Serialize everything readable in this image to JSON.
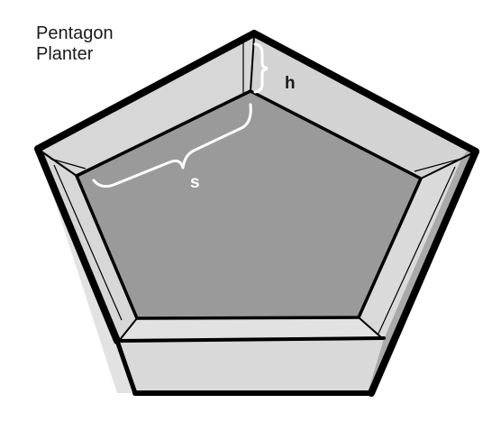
{
  "title": {
    "line1": "Pentagon",
    "line2": "Planter"
  },
  "dimensions": {
    "height_label": "h",
    "side_label": "s"
  },
  "colors": {
    "outline": "#000000",
    "wall_light": "#e2e2e2",
    "wall_mid": "#d2d2d2",
    "wall_dark": "#aaaaaa",
    "soil_floor": "#9a9a9a",
    "label_side": "#ffffff",
    "label_height": "#1a1a1a"
  }
}
